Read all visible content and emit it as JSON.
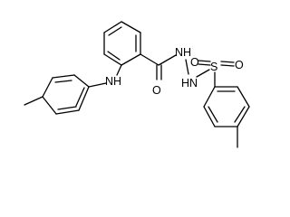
{
  "atoms": {
    "anilino_nh": "NH",
    "carbonyl_o": "O",
    "hydrazide_nh_1": "NH",
    "hydrazide_nh_2": "HN",
    "sulfonyl_s": "S",
    "sulfonyl_o_left": "O",
    "sulfonyl_o_right": "O"
  }
}
